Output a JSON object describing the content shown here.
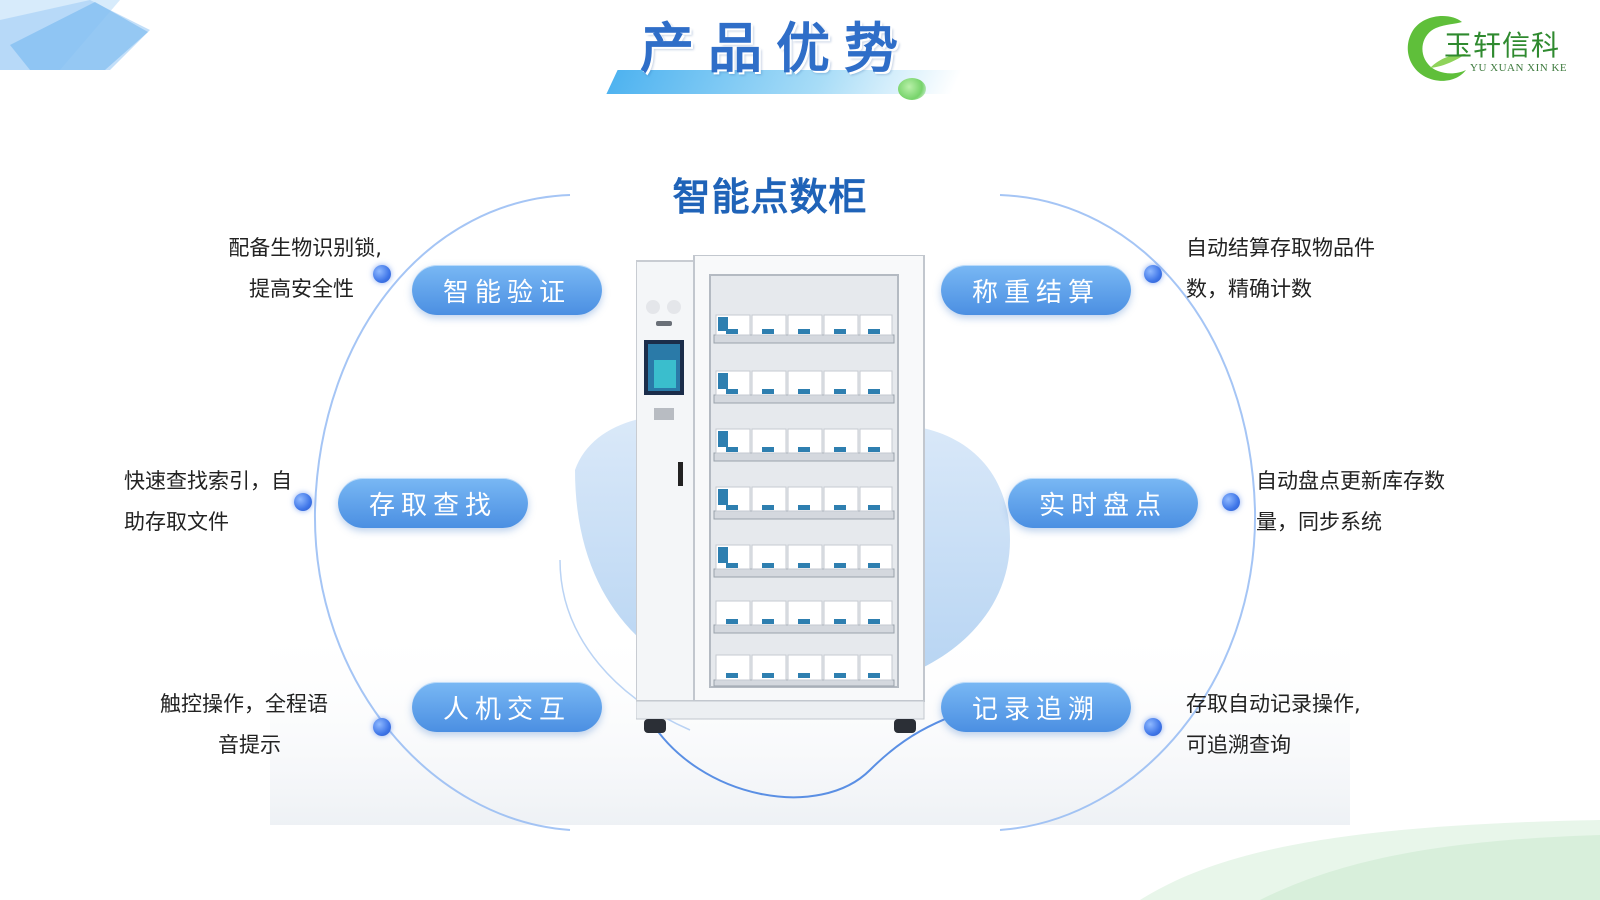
{
  "page": {
    "title": "产品优势",
    "product_name": "智能点数柜"
  },
  "logo": {
    "name": "玉轩信科",
    "subtitle": "YU XUAN XIN KE"
  },
  "features": [
    {
      "label": "智能验证",
      "description": [
        "配备生物识别锁,",
        "提高安全性"
      ]
    },
    {
      "label": "存取查找",
      "description": [
        "快速查找索引，自",
        "助存取文件"
      ]
    },
    {
      "label": "人机交互",
      "description": [
        "触控操作，全程语",
        "音提示"
      ]
    },
    {
      "label": "称重结算",
      "description": [
        "自动结算存取物品件",
        "数，精确计数"
      ]
    },
    {
      "label": "实时盘点",
      "description": [
        "自动盘点更新库存数",
        "量，同步系统"
      ]
    },
    {
      "label": "记录追溯",
      "description": [
        "存取自动记录操作,",
        "可追溯查询"
      ]
    }
  ],
  "colors": {
    "accent": "#4b8fe2",
    "title": "#2f6ec8",
    "heading": "#1f63b8",
    "logo_green": "#2f8a2f"
  }
}
